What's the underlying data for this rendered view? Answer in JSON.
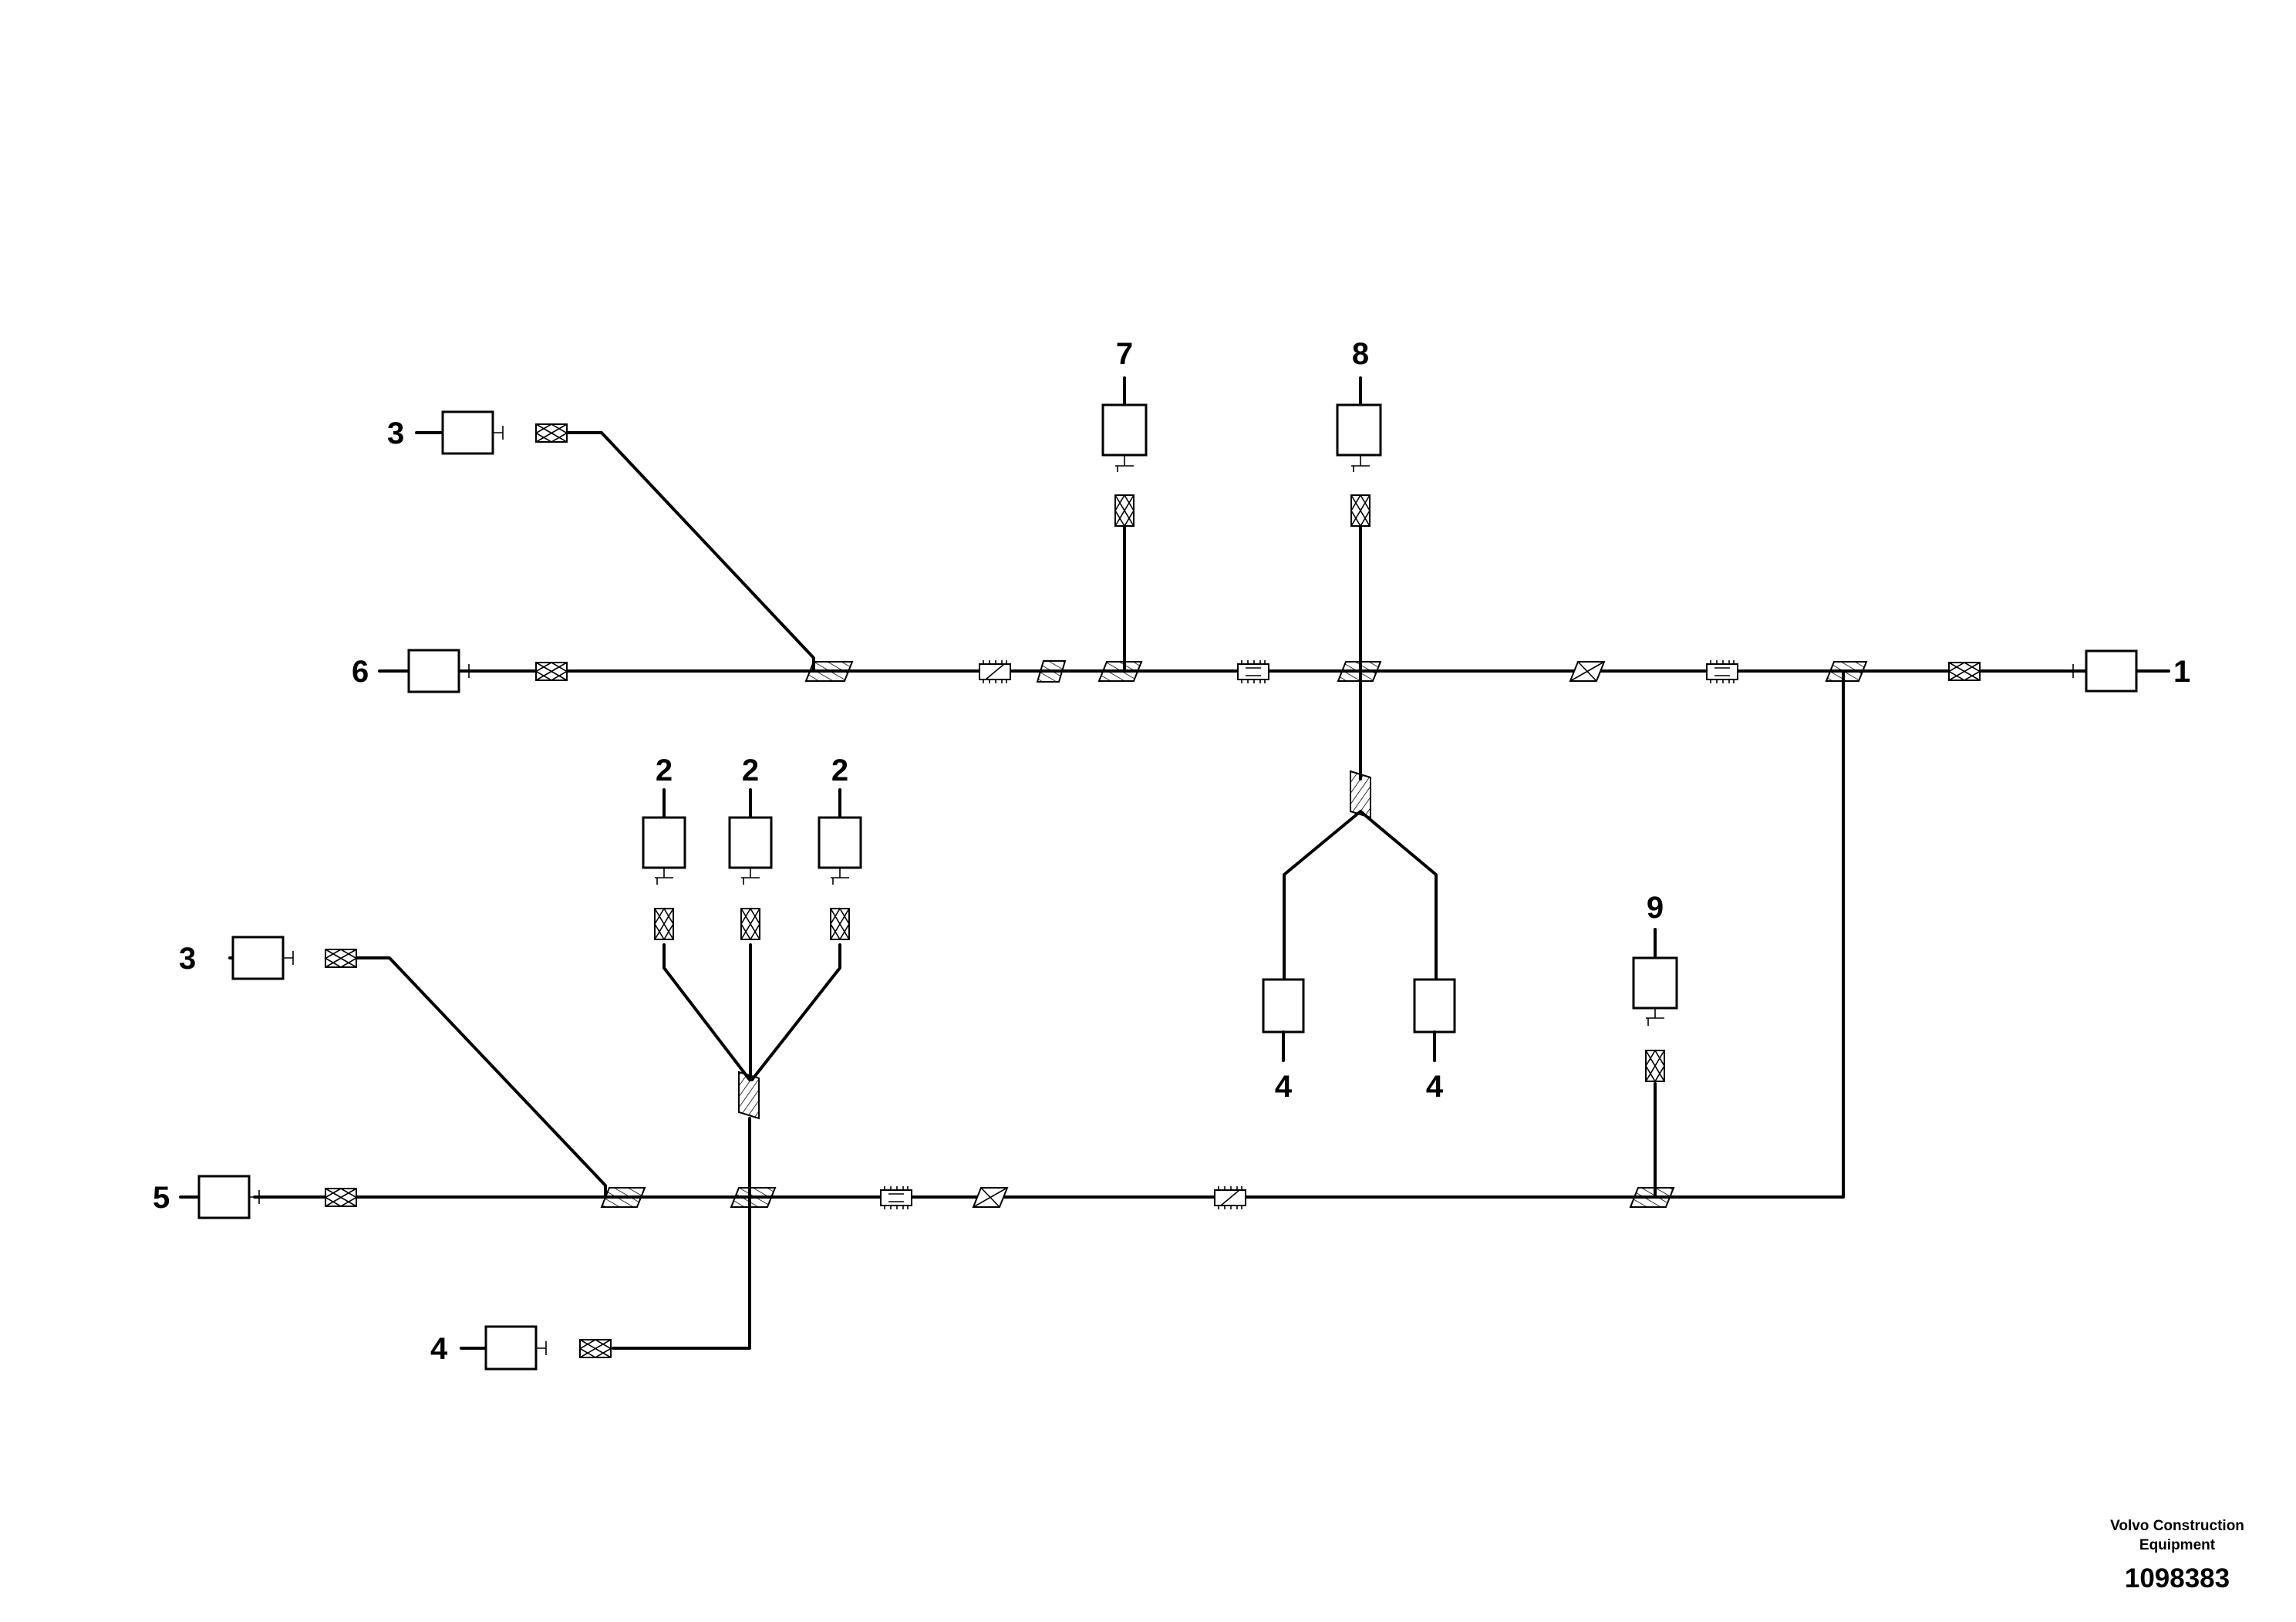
{
  "callouts": {
    "c1": "1",
    "c2a": "2",
    "c2b": "2",
    "c2c": "2",
    "c3a": "3",
    "c3b": "3",
    "c4a": "4",
    "c4b": "4",
    "c4c": "4",
    "c5": "5",
    "c6": "6",
    "c7": "7",
    "c8": "8",
    "c9": "9"
  },
  "footer": {
    "brand_line1": "Volvo Construction",
    "brand_line2": "Equipment",
    "doc_number": "1098383"
  },
  "colors": {
    "line": "#000000",
    "background": "#ffffff"
  }
}
